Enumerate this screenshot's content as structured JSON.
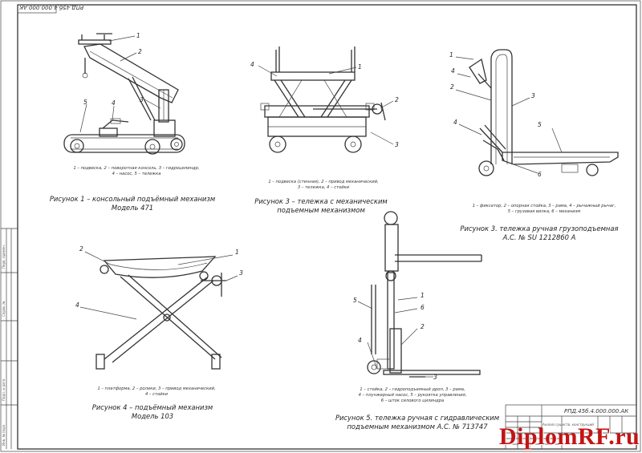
{
  "stamp_code": "РПД.45б.4.000.000.АК",
  "fig1": {
    "labels": [
      "1",
      "2",
      "3",
      "4",
      "5"
    ],
    "legend_line1": "1 – подвеска, 2 – поворотная консоль, 3 – гидроцилиндр,",
    "legend_line2": "4 – насос, 5 – тележка",
    "caption_line1": "Рисунок 1 – консольный подъёмный механизм",
    "caption_line2": "Модель 471"
  },
  "fig3a": {
    "labels": [
      "1",
      "2",
      "3",
      "4"
    ],
    "legend_line1": "1 – подвеска (стенная), 2 – привод механический,",
    "legend_line2": "3 – тележка, 4 – стойки",
    "caption_line1": "Рисунок 3 – тележка с механическим",
    "caption_line2": "подъемным механизмом"
  },
  "fig3b": {
    "labels": [
      "1",
      "2",
      "3",
      "4",
      "5",
      "6"
    ],
    "legend_line1": "1 – фиксатор, 2 – опорная стойка, 3 – рама, 4 – рычажный рычаг,",
    "legend_line2": "5 – грузовая вилка, 6 – механизм",
    "caption_line1": "Рисунок 3.  тележка ручная грузоподъемная",
    "caption_line2": "А.С. № SU 1212860 А"
  },
  "fig4": {
    "labels": [
      "1",
      "2",
      "3",
      "4"
    ],
    "legend_line1": "1 – платформа, 2 – ролики, 3 – привод механический,",
    "legend_line2": "4 – стойки",
    "caption_line1": "Рисунок 4 – подъёмный механизм",
    "caption_line2": "Модель 103"
  },
  "fig5": {
    "labels": [
      "1",
      "2",
      "3",
      "4",
      "5",
      "6"
    ],
    "legend_line1": "1 – стойка, 2 – гидроподъемный дроп, 3 – рама,",
    "legend_line2": "4 – плунжерный насос, 5 – рукоятка управления,",
    "legend_line3": "6 – шток силового цилиндра",
    "caption_line1": "Рисунок 5.  тележка ручная с гидравлическим",
    "caption_line2": "подъемным механизмом А.С. № 713747"
  },
  "title_block": {
    "code": "РПД.45б.4.000.000.АК",
    "sheet_title": "Анализ существ. конструкций"
  },
  "watermark": "DiplomRF.ru"
}
